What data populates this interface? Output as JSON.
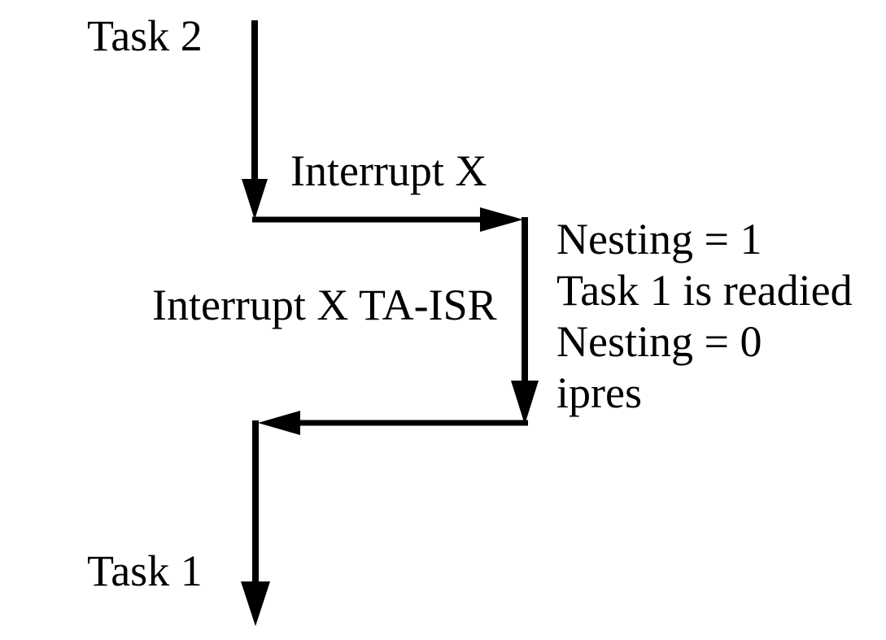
{
  "colors": {
    "background": "#ffffff",
    "line": "#000000",
    "text": "#000000"
  },
  "labels": {
    "task2": "Task 2",
    "interrupt": "Interrupt X",
    "isr": "Interrupt X TA-ISR",
    "task1": "Task 1"
  },
  "annotations": {
    "lines": [
      "Nesting = 1",
      "Task 1 is readied",
      "Nesting = 0",
      "ipres"
    ]
  },
  "arrows": [
    {
      "name": "task2-timeline-arrow",
      "direction": "down",
      "meaning": "Task 2 running until interrupted"
    },
    {
      "name": "interrupt-entry-arrow",
      "direction": "right",
      "meaning": "Interrupt X dispatches to TA-ISR"
    },
    {
      "name": "isr-timeline-arrow",
      "direction": "down",
      "meaning": "Interrupt X TA-ISR executes"
    },
    {
      "name": "return-to-task-arrow",
      "direction": "left",
      "meaning": "ISR returns, switch to readied task"
    },
    {
      "name": "task1-timeline-arrow",
      "direction": "down",
      "meaning": "Task 1 running"
    }
  ]
}
